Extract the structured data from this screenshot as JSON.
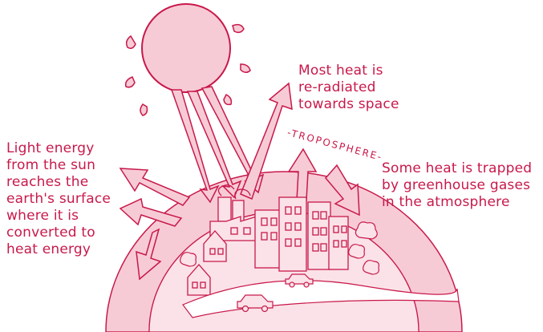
{
  "labels": {
    "light_energy": "Light energy\nfrom the sun\nreaches the\nearth's surface\nwhere it is\nconverted to\nheat energy",
    "most_heat": "Most heat is\nre-radiated\ntowards space",
    "some_heat": "Some heat is trapped\nby greenhouse gases\nin the atmosphere",
    "troposphere": "-TROPOSPHERE-"
  },
  "colors": {
    "ink": "#c8194b",
    "fill": "#f7cbd5",
    "light_fill": "#fbe2e8",
    "background": "#ffffff"
  },
  "icons": [
    "sun-icon",
    "factory-icon",
    "house-icon",
    "apartment-building-icon",
    "car-icon",
    "tree-icon",
    "arrow-icon"
  ]
}
